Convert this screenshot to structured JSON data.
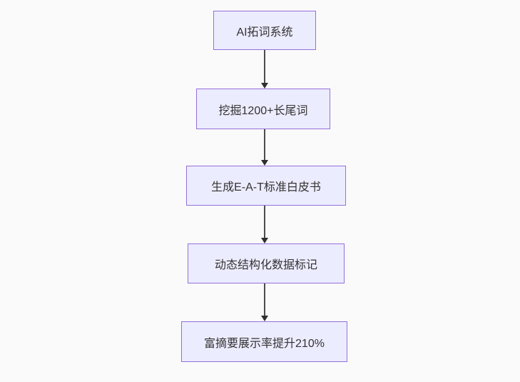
{
  "diagram": {
    "type": "flowchart",
    "direction": "top-down",
    "nodes": [
      {
        "id": "A",
        "label": "AI拓词系统"
      },
      {
        "id": "B",
        "label": "挖掘1200+长尾词"
      },
      {
        "id": "C",
        "label": "生成E-A-T标准白皮书"
      },
      {
        "id": "D",
        "label": "动态结构化数据标记"
      },
      {
        "id": "E",
        "label": "富摘要展示率提升210%"
      }
    ],
    "edges": [
      {
        "from": "A",
        "to": "B"
      },
      {
        "from": "B",
        "to": "C"
      },
      {
        "from": "C",
        "to": "D"
      },
      {
        "from": "D",
        "to": "E"
      }
    ],
    "colors": {
      "background": "#fafafa",
      "node_fill": "#ECECFF",
      "node_border": "#9370DB",
      "node_text": "#333333",
      "arrow_line": "#4d4d4d",
      "arrow_head": "#2f2f2f"
    }
  }
}
